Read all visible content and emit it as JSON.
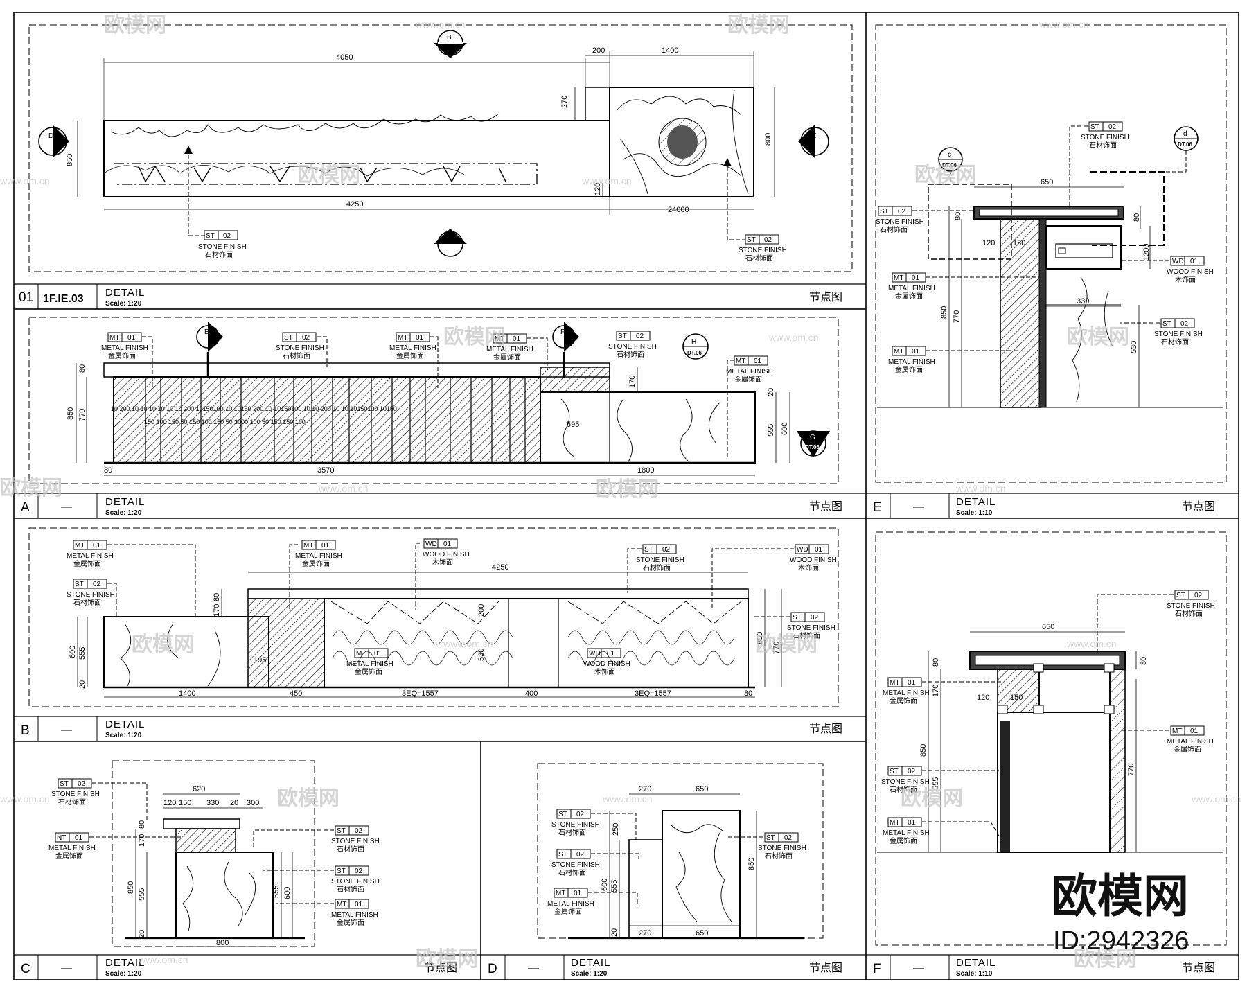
{
  "watermark": {
    "brand": "欧模网",
    "site": "www.om.cn",
    "id": "ID:2942326"
  },
  "title_cn": "节点图",
  "detail_word": "DETAIL",
  "panels": [
    {
      "key": "p01",
      "id": "01",
      "ref": "1F.IE.03",
      "scale": "Scale: 1:20"
    },
    {
      "key": "pA",
      "id": "A",
      "ref": "—",
      "scale": "Scale: 1:20"
    },
    {
      "key": "pB",
      "id": "B",
      "ref": "—",
      "scale": "Scale: 1:20"
    },
    {
      "key": "pC",
      "id": "C",
      "ref": "—",
      "scale": "Scale: 1:20"
    },
    {
      "key": "pD",
      "id": "D",
      "ref": "—",
      "scale": "Scale: 1:20"
    },
    {
      "key": "pE",
      "id": "E",
      "ref": "—",
      "scale": "Scale: 1:10"
    },
    {
      "key": "pF",
      "id": "F",
      "ref": "—",
      "scale": "Scale: 1:10"
    }
  ],
  "finishes": {
    "st_code": "ST",
    "mt_code": "MT",
    "wd_code": "WD",
    "mt_alt": "NT",
    "n01": "01",
    "n02": "02",
    "stone": "STONE FINISH",
    "stone_cn": "石材饰面",
    "metal": "METAL FINISH",
    "metal_cn": "金属饰面",
    "wood": "WOOD FINISH",
    "wood_cn": "木饰面"
  },
  "section_marks": {
    "A": "A",
    "B": "B",
    "C": "C",
    "D": "D",
    "E": "E",
    "F": "F",
    "G": "G",
    "H": "H",
    "c": "c",
    "d": "d",
    "ref": "DT.06"
  },
  "dims": {
    "p01": {
      "top": "4050",
      "r200": "200",
      "r1400": "1400",
      "h270": "270",
      "h850": "850",
      "h800": "800",
      "h120": "120",
      "bot4250": "4250",
      "bot2400": "24000"
    },
    "pA": {
      "h80": "80",
      "h850": "850",
      "h770": "770",
      "h170": "170",
      "w3570": "3570",
      "w1800": "1800",
      "w80": "80",
      "w595": "595",
      "h555": "555",
      "h600": "600",
      "h20": "20",
      "seq1": "10 200 10  10  10   10  10  10 200   10150100  10  10150 200 10  10150100 10  10 200    10      10  10150100  10150",
      "seq2": "150 100  150  50 150       100  150  50  3000 100      50 150   150 100"
    },
    "pB": {
      "w4250": "4250",
      "h80": "80",
      "h170": "170",
      "h600": "600",
      "h555": "555",
      "h20": "20",
      "w195": "195",
      "w200": "200",
      "w530": "530",
      "w1400": "1400",
      "w450": "450",
      "w3eq": "3EQ=1557",
      "w400": "400",
      "w80": "80",
      "h850": "850",
      "h770": "770"
    },
    "pC": {
      "w620": "620",
      "w120": "120",
      "w150": "150",
      "w330": "330",
      "w20": "20",
      "w300": "300",
      "h80": "80",
      "h170": "170",
      "h850": "850",
      "h555": "555",
      "h600": "600",
      "h20": "20",
      "w800": "800"
    },
    "pD": {
      "w270": "270",
      "w650": "650",
      "h250": "250",
      "h600": "600",
      "h555": "555",
      "h850": "850",
      "h20": "20"
    },
    "pE": {
      "w650": "650",
      "h80": "80",
      "w120": "120",
      "w150": "150",
      "h1200": "1200",
      "w330": "330",
      "h850": "850",
      "h770": "770",
      "h530": "530"
    },
    "pF": {
      "w650": "650",
      "h80": "80",
      "h170": "170",
      "w120": "120",
      "w150": "150",
      "h850": "850",
      "h555": "555",
      "h770": "770"
    }
  }
}
